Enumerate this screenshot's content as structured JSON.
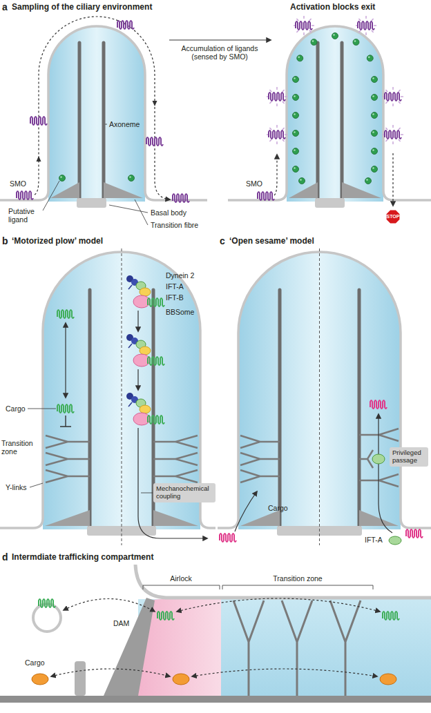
{
  "diagram": {
    "nodes": [
      {
        "text": [
          "STOP"
        ]
      },
      {
        "text": [
          "Mechanochemical coupling"
        ]
      },
      {
        "text": [
          "Privileged passage"
        ]
      }
    ],
    "labels": [
      "a",
      "Sampling of the ciliary environment",
      "Activation blocks exit",
      "Accumulation of ligands (sensed by SMO)",
      "Axoneme",
      "SMO",
      "Putative ligand",
      "Basal body",
      "Transition fibre",
      "SMO",
      "b",
      "‘Motorized plow’ model",
      "Dynein 2",
      "IFT-A",
      "IFT-B",
      "BBSome",
      "Cargo",
      "Transition zone",
      "Y-links",
      "c",
      "‘Open sesame’ model",
      "Cargo",
      "IFT-A",
      "d",
      "Intermdiate trafficking compartment",
      "Airlock",
      "Transition zone",
      "DAM",
      "Cargo"
    ]
  }
}
